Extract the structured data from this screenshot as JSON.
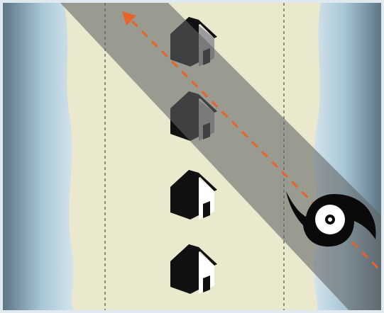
{
  "diagram": {
    "colors": {
      "frame": "#dfe9ef",
      "sand": "#ebe9cd",
      "beach_edge": "#e4ecee",
      "water_light": "#bcd4e2",
      "water_dark": "#5d7585",
      "storm_band": "#5f6264",
      "arrow": "#e8622a",
      "house_dark": "#111111",
      "house_light": "#ffffff",
      "house_in_path": "#9c9c9c",
      "hurricane": "#0a0a0a"
    },
    "houses": [
      {
        "name": "house-1",
        "in_storm_path": true
      },
      {
        "name": "house-2",
        "in_storm_path": true
      },
      {
        "name": "house-3",
        "in_storm_path": false
      },
      {
        "name": "house-4",
        "in_storm_path": false
      }
    ],
    "symbols": {
      "storm": "hurricane-icon",
      "direction": "arrow-up-left-icon",
      "building": "house-icon"
    }
  }
}
